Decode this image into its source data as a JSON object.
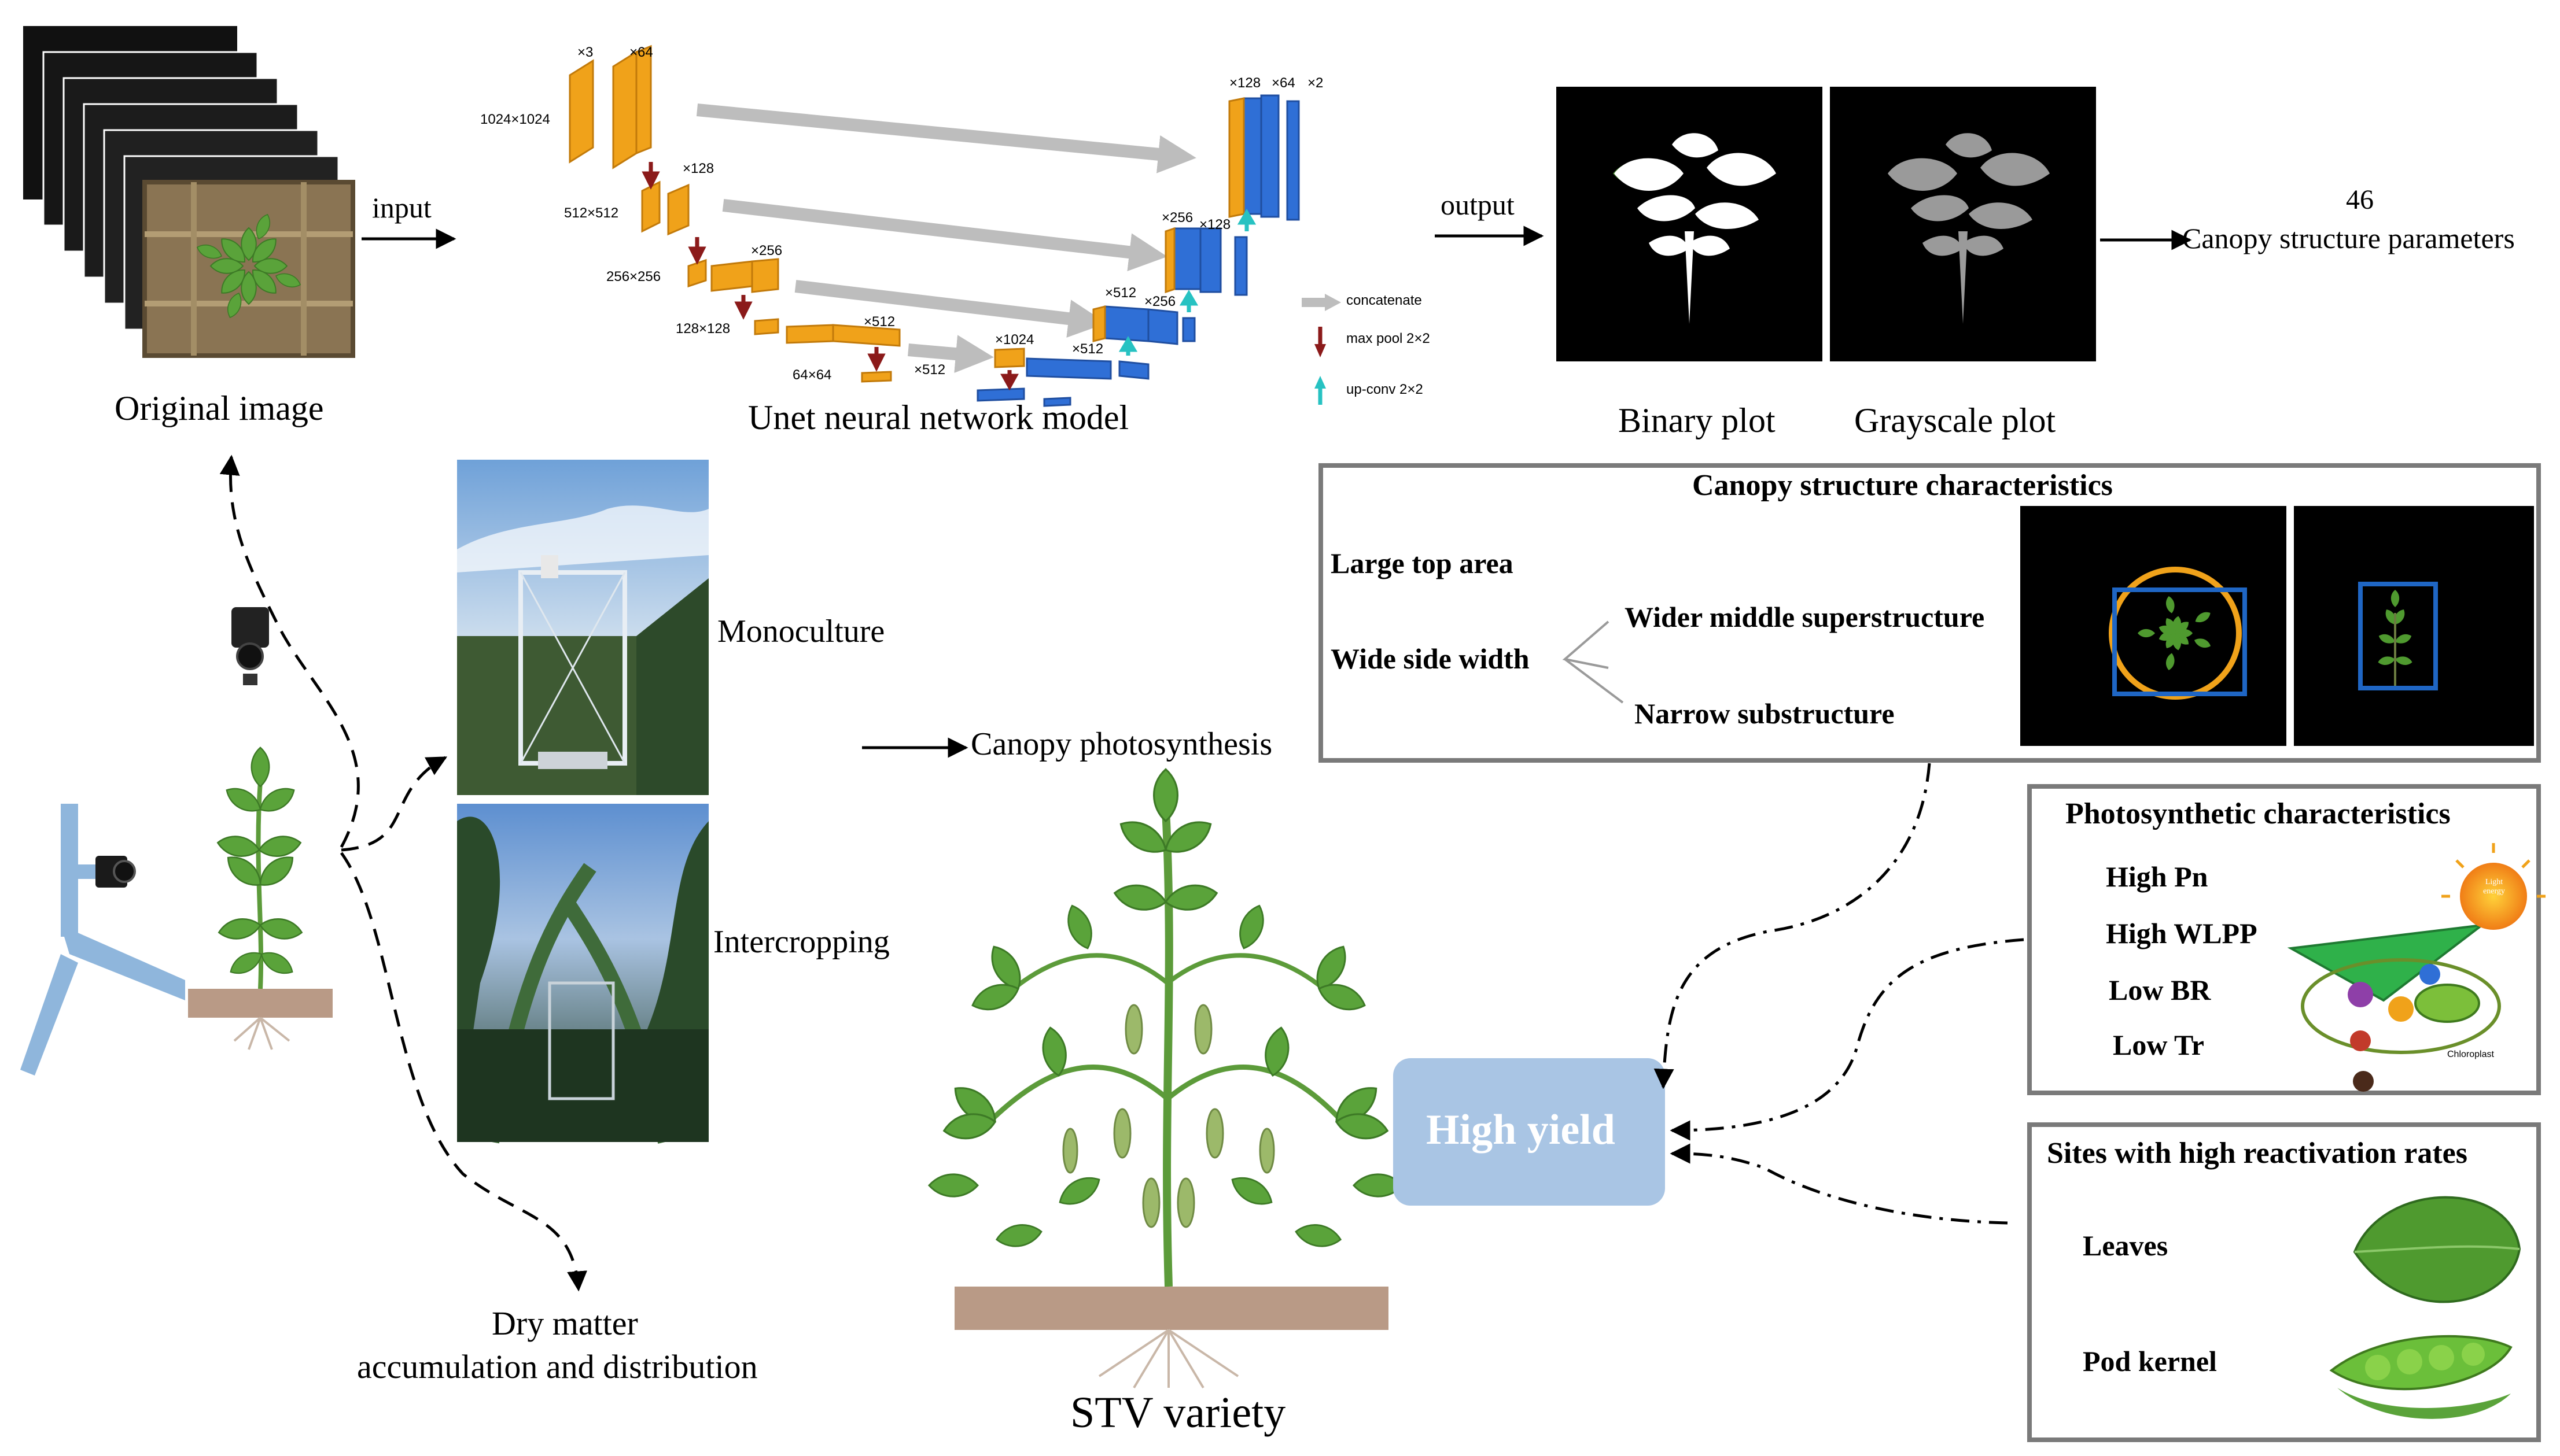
{
  "pipeline": {
    "original_image_label": "Original image",
    "input_label": "input",
    "unet_label": "Unet neural network model",
    "output_label": "output",
    "binary_label": "Binary plot",
    "grayscale_label": "Grayscale plot",
    "param_count": "46",
    "param_label": "Canopy structure parameters"
  },
  "unet": {
    "sizes": [
      "1024×1024",
      "512×512",
      "256×256",
      "128×128",
      "64×64"
    ],
    "channels": [
      "×3",
      "×64",
      "×128",
      "×256",
      "×512",
      "×512",
      "×1024",
      "×512",
      "×512",
      "×256",
      "×256",
      "×128",
      "×128",
      "×64",
      "×2"
    ],
    "legend": [
      "concatenate",
      "max pool 2×2",
      "up-conv 2×2"
    ]
  },
  "cultivation": {
    "monoculture": "Monoculture",
    "intercropping": "Intercropping",
    "canopy_photosynthesis": "Canopy photosynthesis",
    "dry_matter_line1": "Dry matter",
    "dry_matter_line2": "accumulation and distribution",
    "stv_variety": "STV variety",
    "high_yield": "High yield"
  },
  "canopy_box": {
    "title": "Canopy structure characteristics",
    "large_top": "Large top area",
    "wide_side": "Wide side width",
    "wider_middle": "Wider middle superstructure",
    "narrow_sub": "Narrow substructure"
  },
  "photo_box": {
    "title": "Photosynthetic characteristics",
    "items": [
      "High Pn",
      "High WLPP",
      "Low BR",
      "Low Tr"
    ],
    "sun_text": "Light energy",
    "chloroplast_text": "Chloroplast"
  },
  "sites_box": {
    "title": "Sites with high reactivation rates",
    "items": [
      "Leaves",
      "Pod kernel"
    ]
  },
  "colors": {
    "orange": "#f0a21a",
    "blue": "#2f6fd6",
    "high_yield_bg": "#a9c5e4",
    "border": "#7a7a7a",
    "leaf": "#5aa33a",
    "soil": "#b99a86"
  }
}
